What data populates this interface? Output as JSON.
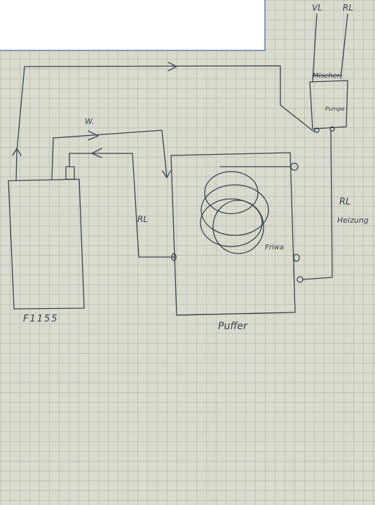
{
  "colors": {
    "paper": "#d9dbcc",
    "grid": "#8e9aa6",
    "ink": "#3a4150",
    "cover": "#ffffff",
    "cover_border": "#5b7fbf"
  },
  "labels": {
    "vl_top": "VL",
    "rl_top": "RL",
    "mischer": "Mischer",
    "pumpe": "Pumpe",
    "ww": "W.",
    "rl_left": "RL",
    "rl_heizung_1": "RL",
    "rl_heizung_2": "Heizung",
    "frischwasser": "Friwa",
    "heatpump": "F1155",
    "buffer": "Puffer"
  }
}
